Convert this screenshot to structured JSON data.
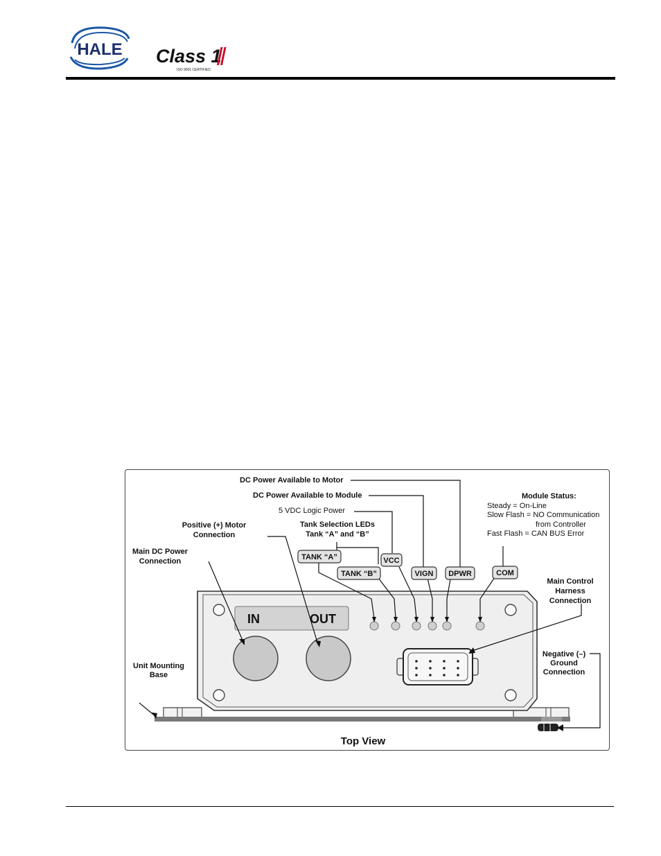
{
  "header": {
    "logo_hale": "HALE",
    "logo_class1": "Class 1",
    "logo_class1_sub": "ISO 9001 CERTIFIED"
  },
  "figure": {
    "caption": "Top View",
    "callouts": {
      "dc_motor": "DC Power Available to Motor",
      "dc_module": "DC Power Available to Module",
      "logic_5v": "5 VDC Logic Power",
      "tank_leds_1": "Tank Selection LEDs",
      "tank_leds_2": "Tank “A” and “B”",
      "pos_motor_1": "Positive (+) Motor",
      "pos_motor_2": "Connection",
      "main_dc_1": "Main DC Power",
      "main_dc_2": "Connection",
      "harness_1": "Main Control",
      "harness_2": "Harness",
      "harness_3": "Connection",
      "mount_1": "Unit Mounting",
      "mount_2": "Base",
      "ground_1": "Negative (–)",
      "ground_2": "Ground",
      "ground_3": "Connection"
    },
    "module_status": {
      "title": "Module Status:",
      "steady": "Steady = On-Line",
      "slow_1": "Slow Flash = NO Communication",
      "slow_2": "from Controller",
      "fast": "Fast Flash = CAN BUS Error"
    },
    "tags": {
      "tank_a": "TANK “A”",
      "tank_b": "TANK “B”",
      "vcc": "VCC",
      "vign": "VIGN",
      "dpwr": "DPWR",
      "com": "COM"
    },
    "panel": {
      "in_label": "IN",
      "out_label": "OUT"
    }
  }
}
